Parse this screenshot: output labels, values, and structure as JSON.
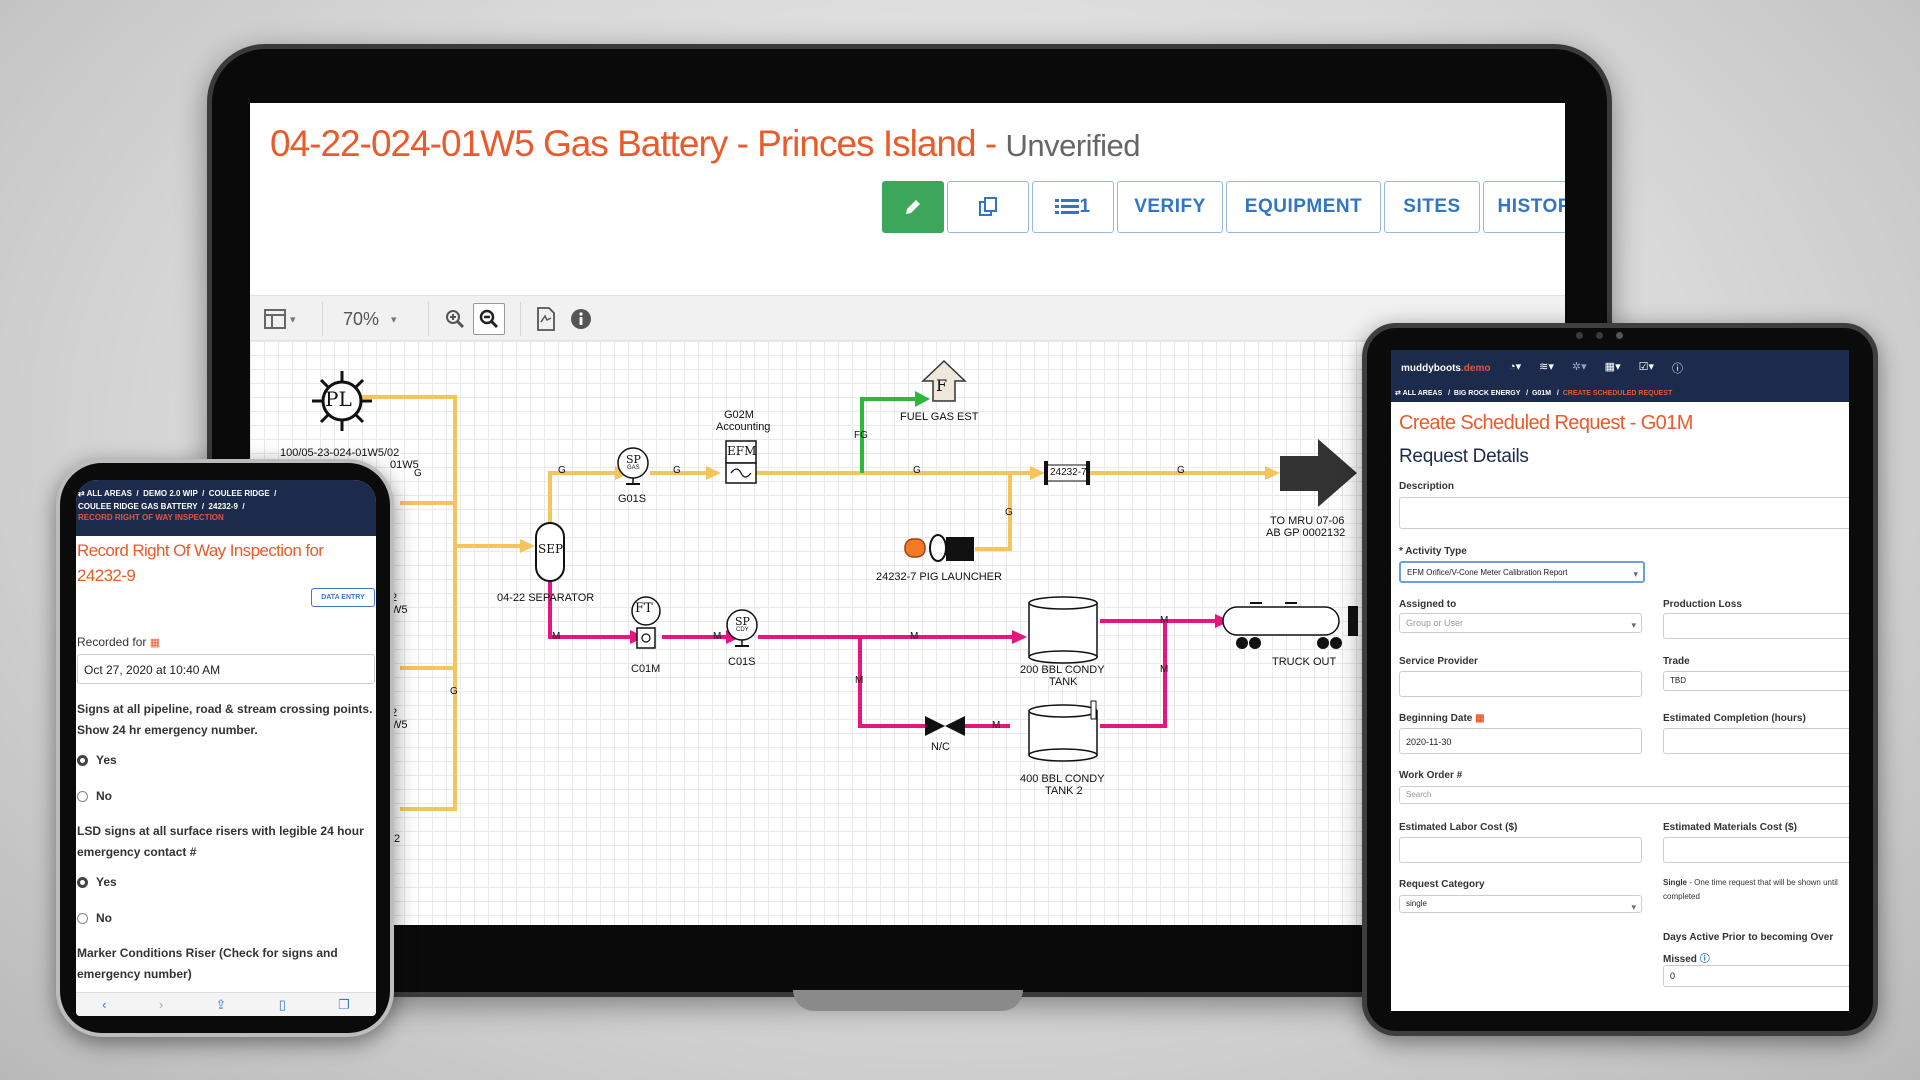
{
  "laptop": {
    "title": "04-22-024-01W5 Gas Battery - Princes Island -",
    "status": "Unverified",
    "buttons": {
      "verify": "VERIFY",
      "equipment": "EQUIPMENT",
      "sites": "SITES",
      "history": "HISTORY",
      "list_count": "1"
    },
    "zoom": "70%",
    "diagram": {
      "pl_label": "PL",
      "pl_well": "100/05-23-024-01W5/02",
      "pl_well_b": "01W5",
      "separator_symbol": "SEP",
      "separator_label": "04-22 SEPARATOR",
      "g01s_label": "G01S",
      "g02m_label": "G02M",
      "g02m_sub": "Accounting",
      "efm_label": "EFM",
      "fuel_symbol": "F",
      "fuel_label": "FUEL GAS EST",
      "fg_line": "FG",
      "meter_24232": "24232-7",
      "pig_label": "24232-7 PIG LAUNCHER",
      "to_mru": "TO MRU 07-06",
      "to_mru_b": "AB GP 0002132",
      "c01m_label": "C01M",
      "c01s_label": "C01S",
      "ft_symbol": "FT",
      "sp_symbol": "SP",
      "sp_gas": "GAS",
      "sp_cdy": "CDY",
      "nc_label": "N/C",
      "tank1_a": "200 BBL CONDY",
      "tank1_b": "TANK",
      "tank2_a": "400 BBL CONDY",
      "tank2_b": "TANK 2",
      "truck_label": "TRUCK OUT",
      "line_g": "G",
      "line_m": "M",
      "left_edge_a": "2",
      "left_edge_b": "W5"
    }
  },
  "phone": {
    "breadcrumb": [
      "ALL AREAS",
      "DEMO 2.0 WIP",
      "COULEE RIDGE",
      "COULEE RIDGE GAS BATTERY",
      "24232-9"
    ],
    "breadcrumb_current": "RECORD RIGHT OF WAY INSPECTION",
    "title": "Record Right Of Way Inspection for 24232-9",
    "data_entry": "DATA ENTRY",
    "recorded_for_label": "Recorded for",
    "recorded_for_value": "Oct 27, 2020 at 10:40 AM",
    "q1": "Signs at all pipeline, road & stream crossing points. Show 24 hr emergency number.",
    "q2": "LSD signs at all surface risers with legible 24 hour emergency contact #",
    "q3": "Marker Conditions Riser (Check for signs and emergency number)",
    "yes": "Yes",
    "no": "No"
  },
  "tablet": {
    "brand": "muddyboots",
    "brand_demo": ".demo",
    "breadcrumb": [
      "ALL AREAS",
      "BIG ROCK ENERGY",
      "G01M"
    ],
    "breadcrumb_current": "CREATE SCHEDULED REQUEST",
    "title": "Create Scheduled Request - G01M",
    "subtitle": "Request Details",
    "description_label": "Description",
    "activity_type_label": "* Activity Type",
    "activity_type_value": "EFM Orifice/V-Cone Meter Calibration Report",
    "assigned_to_label": "Assigned to",
    "assigned_to_placeholder": "Group or User",
    "production_loss_label": "Production Loss",
    "service_provider_label": "Service Provider",
    "trade_label": "Trade",
    "trade_value": "TBD",
    "beginning_date_label": "Beginning Date",
    "beginning_date_value": "2020-11-30",
    "est_completion_label": "Estimated Completion (hours)",
    "work_order_label": "Work Order #",
    "work_order_placeholder": "Search",
    "labor_cost_label": "Estimated Labor Cost ($)",
    "materials_cost_label": "Estimated Materials Cost ($)",
    "request_category_label": "Request Category",
    "request_category_value": "single",
    "single_note_bold": "Single",
    "single_note": "- One time request that will be shown until completed",
    "days_active_label": "Days Active Prior to becoming Over",
    "missed_label": "Missed",
    "days_active_value": "0"
  },
  "colors": {
    "accent_orange": "#ea5a2b",
    "gas_line": "#f5c45e",
    "fuel_line": "#2db83d",
    "condensate_line": "#e8157f",
    "nav_navy": "#1c2a4b",
    "link_blue": "#3275c4",
    "edit_green": "#3ca65b"
  }
}
